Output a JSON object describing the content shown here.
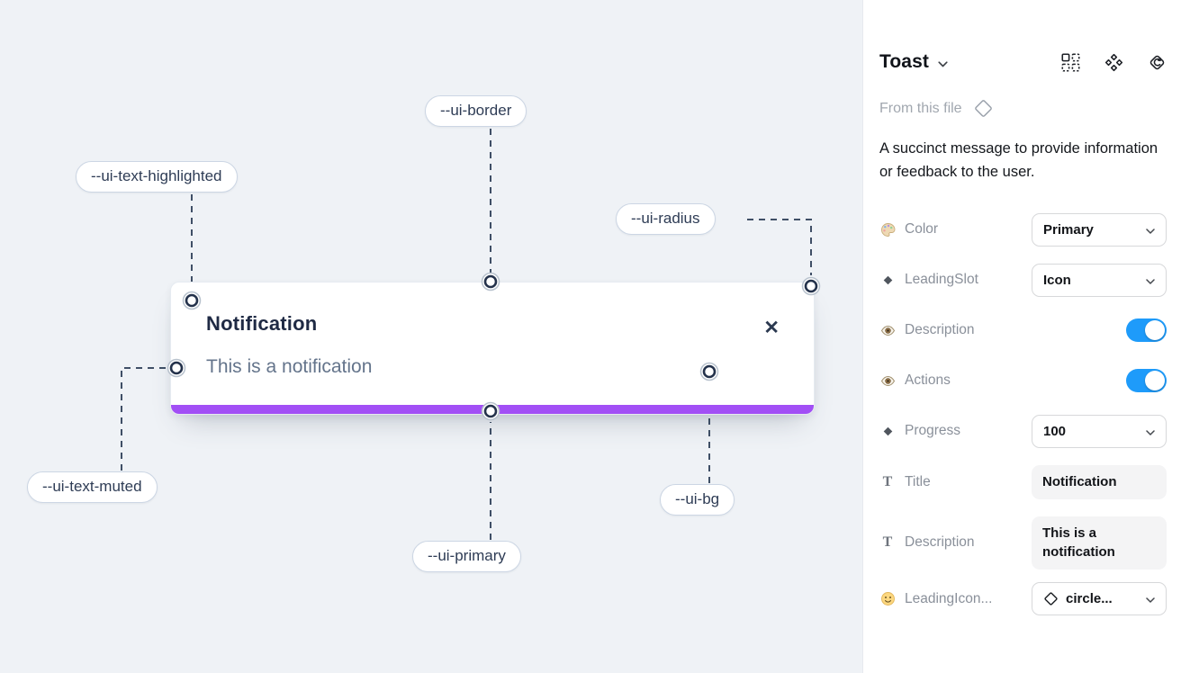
{
  "canvas": {
    "toast": {
      "title": "Notification",
      "description": "This is a notification",
      "close_glyph": "✕"
    },
    "labels": [
      {
        "var": "--ui-border",
        "text": "--ui-border"
      },
      {
        "var": "--ui-text-highlighted",
        "text": "--ui-text-highlighted"
      },
      {
        "var": "--ui-radius",
        "text": "--ui-radius"
      },
      {
        "var": "--ui-text-muted",
        "text": "--ui-text-muted"
      },
      {
        "var": "--ui-primary",
        "text": "--ui-primary"
      },
      {
        "var": "--ui-bg",
        "text": "--ui-bg"
      }
    ]
  },
  "panel": {
    "title": "Toast",
    "source_label": "From this file",
    "description": "A succinct message to provide information or feedback to the user.",
    "glyphs": {
      "text_type": "T"
    },
    "properties": [
      {
        "icon": "palette-icon",
        "label": "Color",
        "control": "select",
        "value": "Primary"
      },
      {
        "icon": "diamond-icon",
        "label": "LeadingSlot",
        "control": "select",
        "value": "Icon"
      },
      {
        "icon": "eye-icon",
        "label": "Description",
        "control": "toggle",
        "value": true
      },
      {
        "icon": "eye-icon",
        "label": "Actions",
        "control": "toggle",
        "value": true
      },
      {
        "icon": "diamond-icon",
        "label": "Progress",
        "control": "select",
        "value": "100"
      },
      {
        "icon": "text-icon",
        "label": "Title",
        "control": "text",
        "value": "Notification"
      },
      {
        "icon": "text-icon",
        "label": "Description",
        "control": "text",
        "value": "This is a notification"
      },
      {
        "icon": "smiley-icon",
        "label": "LeadingIcon...",
        "control": "select-icon",
        "value": "circle..."
      }
    ]
  },
  "colors": {
    "primary_purple": "#a24ff5",
    "toggle_blue": "#1e9bfa",
    "canvas_bg": "#eff2f6",
    "toast_title": "#1f2a44",
    "toast_muted": "#64748b"
  }
}
